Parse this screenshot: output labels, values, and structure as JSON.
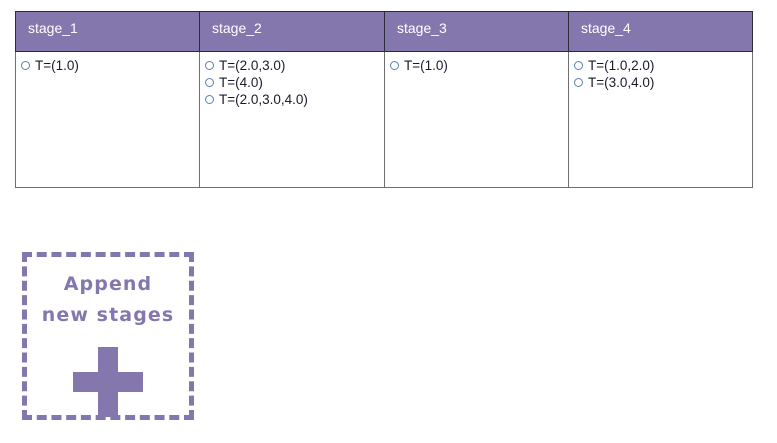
{
  "table": {
    "columns": [
      {
        "header": "stage_1",
        "items": [
          "T=(1.0)"
        ]
      },
      {
        "header": "stage_2",
        "items": [
          "T=(2.0,3.0)",
          "T=(4.0)",
          "T=(2.0,3.0,4.0)"
        ]
      },
      {
        "header": "stage_3",
        "items": [
          "T=(1.0)"
        ]
      },
      {
        "header": "stage_4",
        "items": [
          "T=(1.0,2.0)",
          "T=(3.0,4.0)"
        ]
      }
    ]
  },
  "append_button": {
    "line1": "Append",
    "line2": "new stages",
    "icon": "plus-icon"
  },
  "colors": {
    "header_purple": "#8477ad",
    "header_text": "#ffffff",
    "header_border": "#2b2b3c",
    "cell_border": "#6f6f6f",
    "bullet_outline": "#5b7fb5",
    "body_text": "#1a1a2e",
    "accent_purple": "#8477ad",
    "background": "#ffffff"
  }
}
